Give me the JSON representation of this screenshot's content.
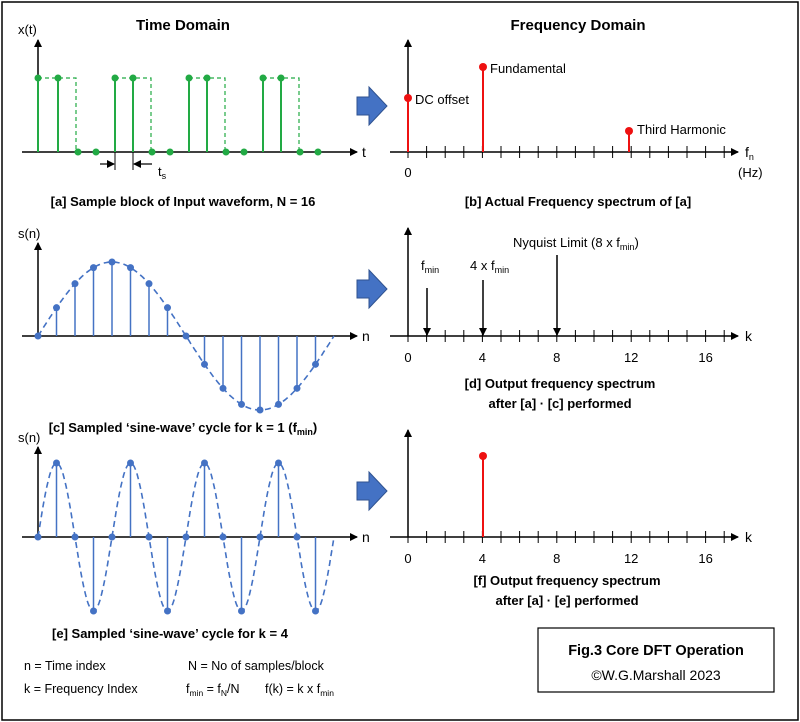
{
  "headings": {
    "time_domain": "Time Domain",
    "frequency_domain": "Frequency Domain"
  },
  "panel_a": {
    "y_axis_label": "x(t)",
    "x_axis_label": "t",
    "sample_period_label": "t",
    "sample_period_sub": "s",
    "caption": "[a] Sample block of Input waveform, N = 16"
  },
  "panel_b": {
    "x_axis_label": "f",
    "x_axis_sub": "n",
    "unit": "(Hz)",
    "zero_label": "0",
    "dc_label": "DC offset",
    "fundamental_label": "Fundamental",
    "third_harmonic_label": "Third Harmonic",
    "caption": "[b] Actual Frequency spectrum of [a]"
  },
  "panel_c": {
    "y_axis_label": "s(n)",
    "x_axis_label": "n",
    "caption_main": "[c] Sampled ‘sine-wave’ cycle for k = 1 (f",
    "caption_sub": "min",
    "caption_end": ")"
  },
  "panel_d": {
    "x_axis_label": "k",
    "tick_labels": [
      "0",
      "4",
      "8",
      "12",
      "16"
    ],
    "fmin_label": "f",
    "fmin_sub": "min",
    "four_fmin_label": "4 x f",
    "four_fmin_sub": "min",
    "nyquist_label": "Nyquist Limit (8 x f",
    "nyquist_sub": "min",
    "nyquist_end": ")",
    "caption_line1": "[d] Output frequency spectrum",
    "caption_line2": "after [a] · [c] performed"
  },
  "panel_e": {
    "y_axis_label": "s(n)",
    "x_axis_label": "n",
    "caption": "[e] Sampled ‘sine-wave’ cycle for k = 4"
  },
  "panel_f": {
    "x_axis_label": "k",
    "tick_labels": [
      "0",
      "4",
      "8",
      "12",
      "16"
    ],
    "caption_line1": "[f] Output frequency spectrum",
    "caption_line2": "after [a] · [e] performed"
  },
  "legend": {
    "n_def": "n = Time index",
    "N_def": "N = No of samples/block",
    "k_def": "k = Frequency Index",
    "fmin_def_a": "f",
    "fmin_def_a_sub": "min",
    "fmin_def_b": " = f",
    "fmin_def_b_sub": "N",
    "fmin_def_c": "/N",
    "fk_def": "f(k) = k x f",
    "fk_def_sub": "min"
  },
  "title_box": {
    "title": "Fig.3 Core DFT Operation",
    "author": "©W.G.Marshall 2023"
  },
  "colors": {
    "green": "#22aa44",
    "red": "#ee1111",
    "blue": "#4472c4",
    "arrow_fill": "#4472c4"
  }
}
